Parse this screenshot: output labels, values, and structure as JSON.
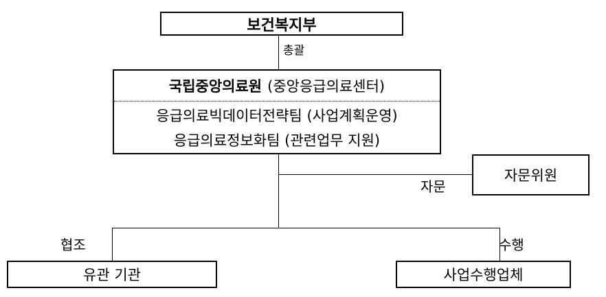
{
  "ministry": {
    "title": "보건복지부"
  },
  "links": {
    "supervise": "총괄",
    "advise": "자문",
    "cooperate": "협조",
    "perform": "수행"
  },
  "center": {
    "title_bold": "국립중앙의료원",
    "title_note": "(중앙응급의료센터)",
    "team1": "응급의료빅데이터전략팀 (사업계획운영)",
    "team2": "응급의료정보화팀 (관련업무 지원)"
  },
  "advisor": {
    "title": "자문위원"
  },
  "related": {
    "title": "유관 기관"
  },
  "vendor": {
    "title": "사업수행업체"
  }
}
